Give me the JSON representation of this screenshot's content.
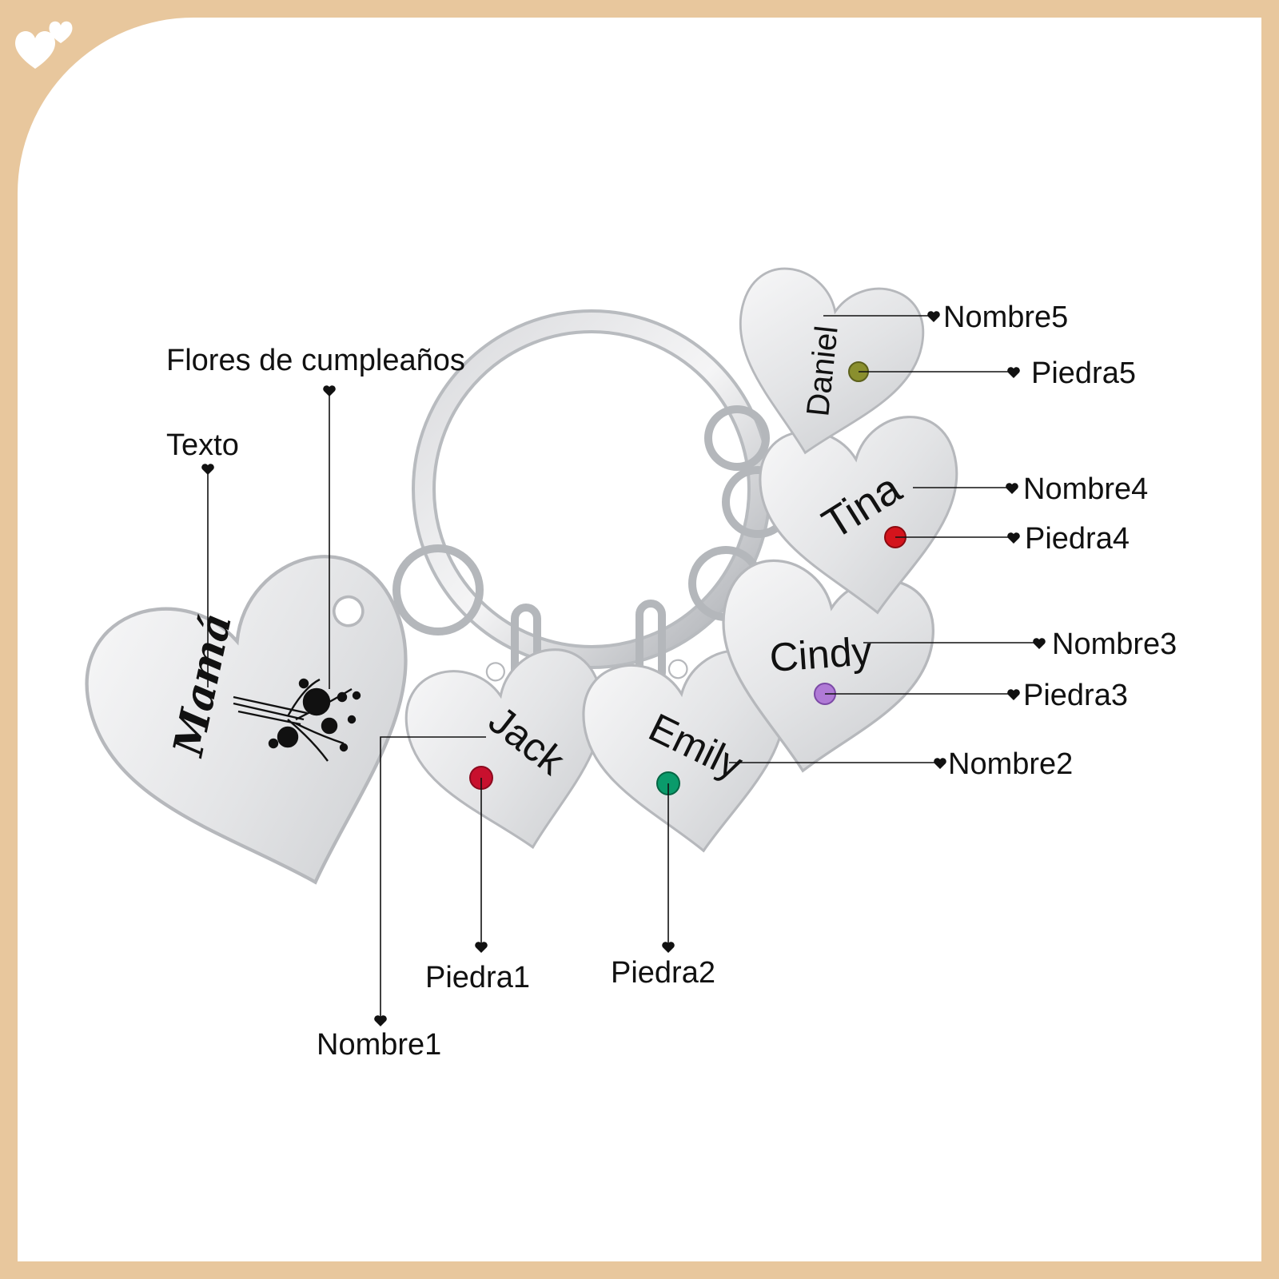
{
  "colors": {
    "frame": "#e8c79d",
    "background": "#ffffff",
    "metal": "#e6e7e9",
    "stone_jack": "#c8102e",
    "stone_emily": "#0a9b6b",
    "stone_cindy": "#b07ad6",
    "stone_tina": "#d4141c",
    "stone_daniel": "#8a8f2e"
  },
  "icons": {
    "corner": "double-heart-icon",
    "marker": "heart-marker-icon"
  },
  "engravings": {
    "main": "Mamá",
    "names": [
      "Jack",
      "Emily",
      "Cindy",
      "Tina",
      "Daniel"
    ]
  },
  "labels": {
    "birth_flowers": "Flores de cumpleaños",
    "text": "Texto",
    "name1": "Nombre1",
    "name2": "Nombre2",
    "name3": "Nombre3",
    "name4": "Nombre4",
    "name5": "Nombre5",
    "stone1": "Piedra1",
    "stone2": "Piedra2",
    "stone3": "Piedra3",
    "stone4": "Piedra4",
    "stone5": "Piedra5"
  }
}
